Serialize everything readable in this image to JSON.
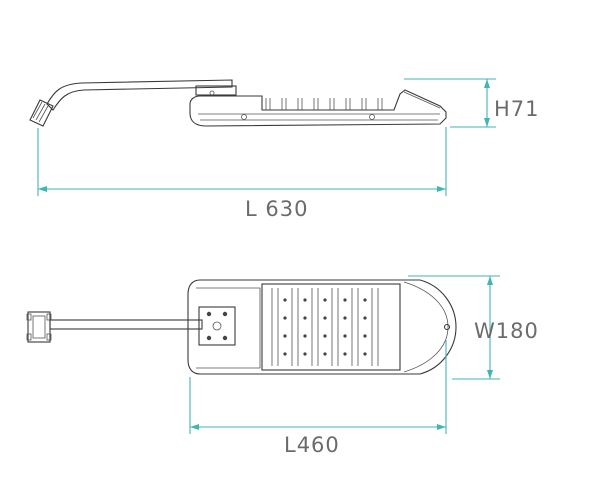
{
  "dimensions": {
    "side_height": "H71",
    "side_length": "L 630",
    "top_width": "W180",
    "top_length": "L460"
  },
  "colors": {
    "dimension_line": "#3fb5b5",
    "dimension_text": "#6b6b6b",
    "outline": "#3a3a3a"
  }
}
